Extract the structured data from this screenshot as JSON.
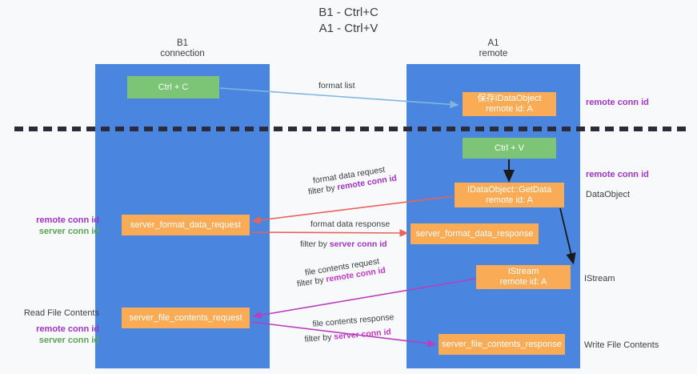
{
  "title": {
    "line1": "B1 - Ctrl+C",
    "line2": "A1 - Ctrl+V"
  },
  "lanes": [
    {
      "id": "b1",
      "name": "B1",
      "role": "connection"
    },
    {
      "id": "a1",
      "name": "A1",
      "role": "remote"
    }
  ],
  "nodes": {
    "ctrl_c": {
      "label": "Ctrl + C",
      "color": "#7cc576"
    },
    "data_object": {
      "line1": "保存IDataObject",
      "line2": "remote id: A",
      "color": "#f9ab55"
    },
    "ctrl_v": {
      "label": "Ctrl + V",
      "color": "#7cc576"
    },
    "get_data": {
      "line1": "IDataObject::GetData",
      "line2": "remote id: A",
      "color": "#f9ab55"
    },
    "server_format_data_request": {
      "label": "server_format_data_request",
      "color": "#f9ab55"
    },
    "server_format_data_response": {
      "label": "server_format_data_response",
      "color": "#f9ab55"
    },
    "istream": {
      "line1": "IStream",
      "line2": "remote id: A",
      "color": "#f9ab55"
    },
    "server_file_contents_request": {
      "label": "server_file_contents_request",
      "color": "#f9ab55"
    },
    "server_file_contents_response": {
      "label": "server_file_contents_response",
      "color": "#f9ab55"
    }
  },
  "edges": {
    "format_list": {
      "label": "format list",
      "color": "#a8cdec"
    },
    "format_data_request": {
      "label": "format data request",
      "filter_prefix": "filter by ",
      "filter_key": "remote conn id",
      "color": "#e8625a"
    },
    "format_data_response": {
      "label": "format data response",
      "filter_prefix": "filter by ",
      "filter_key": "server conn id",
      "color": "#e8625a"
    },
    "file_contents_request": {
      "label": "file contents request",
      "filter_prefix": "filter by ",
      "filter_key": "remote conn id",
      "color": "#b83fc0"
    },
    "file_contents_response": {
      "label": "file contents response",
      "filter_prefix": "filter by ",
      "filter_key": "server conn id",
      "color": "#b83fc0"
    }
  },
  "annotations": {
    "right_top": {
      "text": "remote conn id",
      "color": "#a033c8"
    },
    "right_mid_key": {
      "text": "remote conn id",
      "color": "#a033c8"
    },
    "right_mid_label": {
      "text": "DataObject",
      "color": "#3c4043"
    },
    "right_istream": {
      "text": "IStream",
      "color": "#3c4043"
    },
    "right_write": {
      "text": "Write File Contents",
      "color": "#3c4043"
    },
    "left_mid": {
      "remote": "remote conn id",
      "server": "server conn id",
      "remote_color": "#a033c8",
      "server_color": "#5aa454"
    },
    "left_bottom": {
      "header": "Read File Contents",
      "remote": "remote conn id",
      "server": "server conn id",
      "remote_color": "#a033c8",
      "server_color": "#5aa454"
    }
  },
  "divider": {
    "name": "phase-divider",
    "style": "dashed",
    "color": "#2b2b3a"
  },
  "colors": {
    "lane": "#4a86e0",
    "background": "#f8f9fa",
    "green": "#7cc576",
    "orange": "#f9ab55"
  }
}
